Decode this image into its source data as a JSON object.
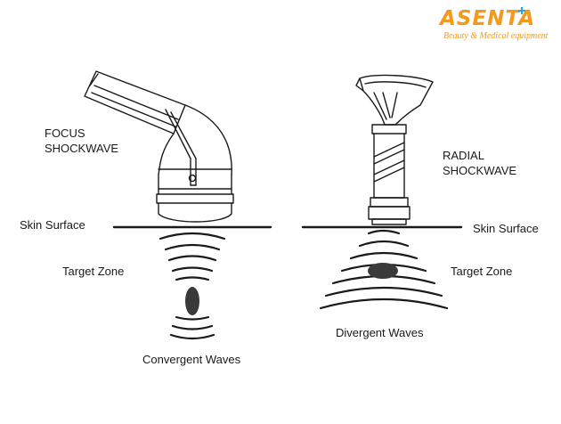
{
  "logo": {
    "brand": "ASENTA",
    "tagline": "Beauty & Medical equipment",
    "brand_color": "#f39a1e",
    "accent_color": "#2aa6e0"
  },
  "left": {
    "title_line1": "FOCUS",
    "title_line2": "SHOCKWAVE",
    "skin_surface": "Skin Surface",
    "target_zone": "Target Zone",
    "waves": "Convergent Waves"
  },
  "right": {
    "title_line1": "RADIAL",
    "title_line2": "SHOCKWAVE",
    "skin_surface": "Skin Surface",
    "target_zone": "Target Zone",
    "waves": "Divergent Waves"
  },
  "colors": {
    "line": "#1a1a1a",
    "target": "#3a3a3a"
  }
}
